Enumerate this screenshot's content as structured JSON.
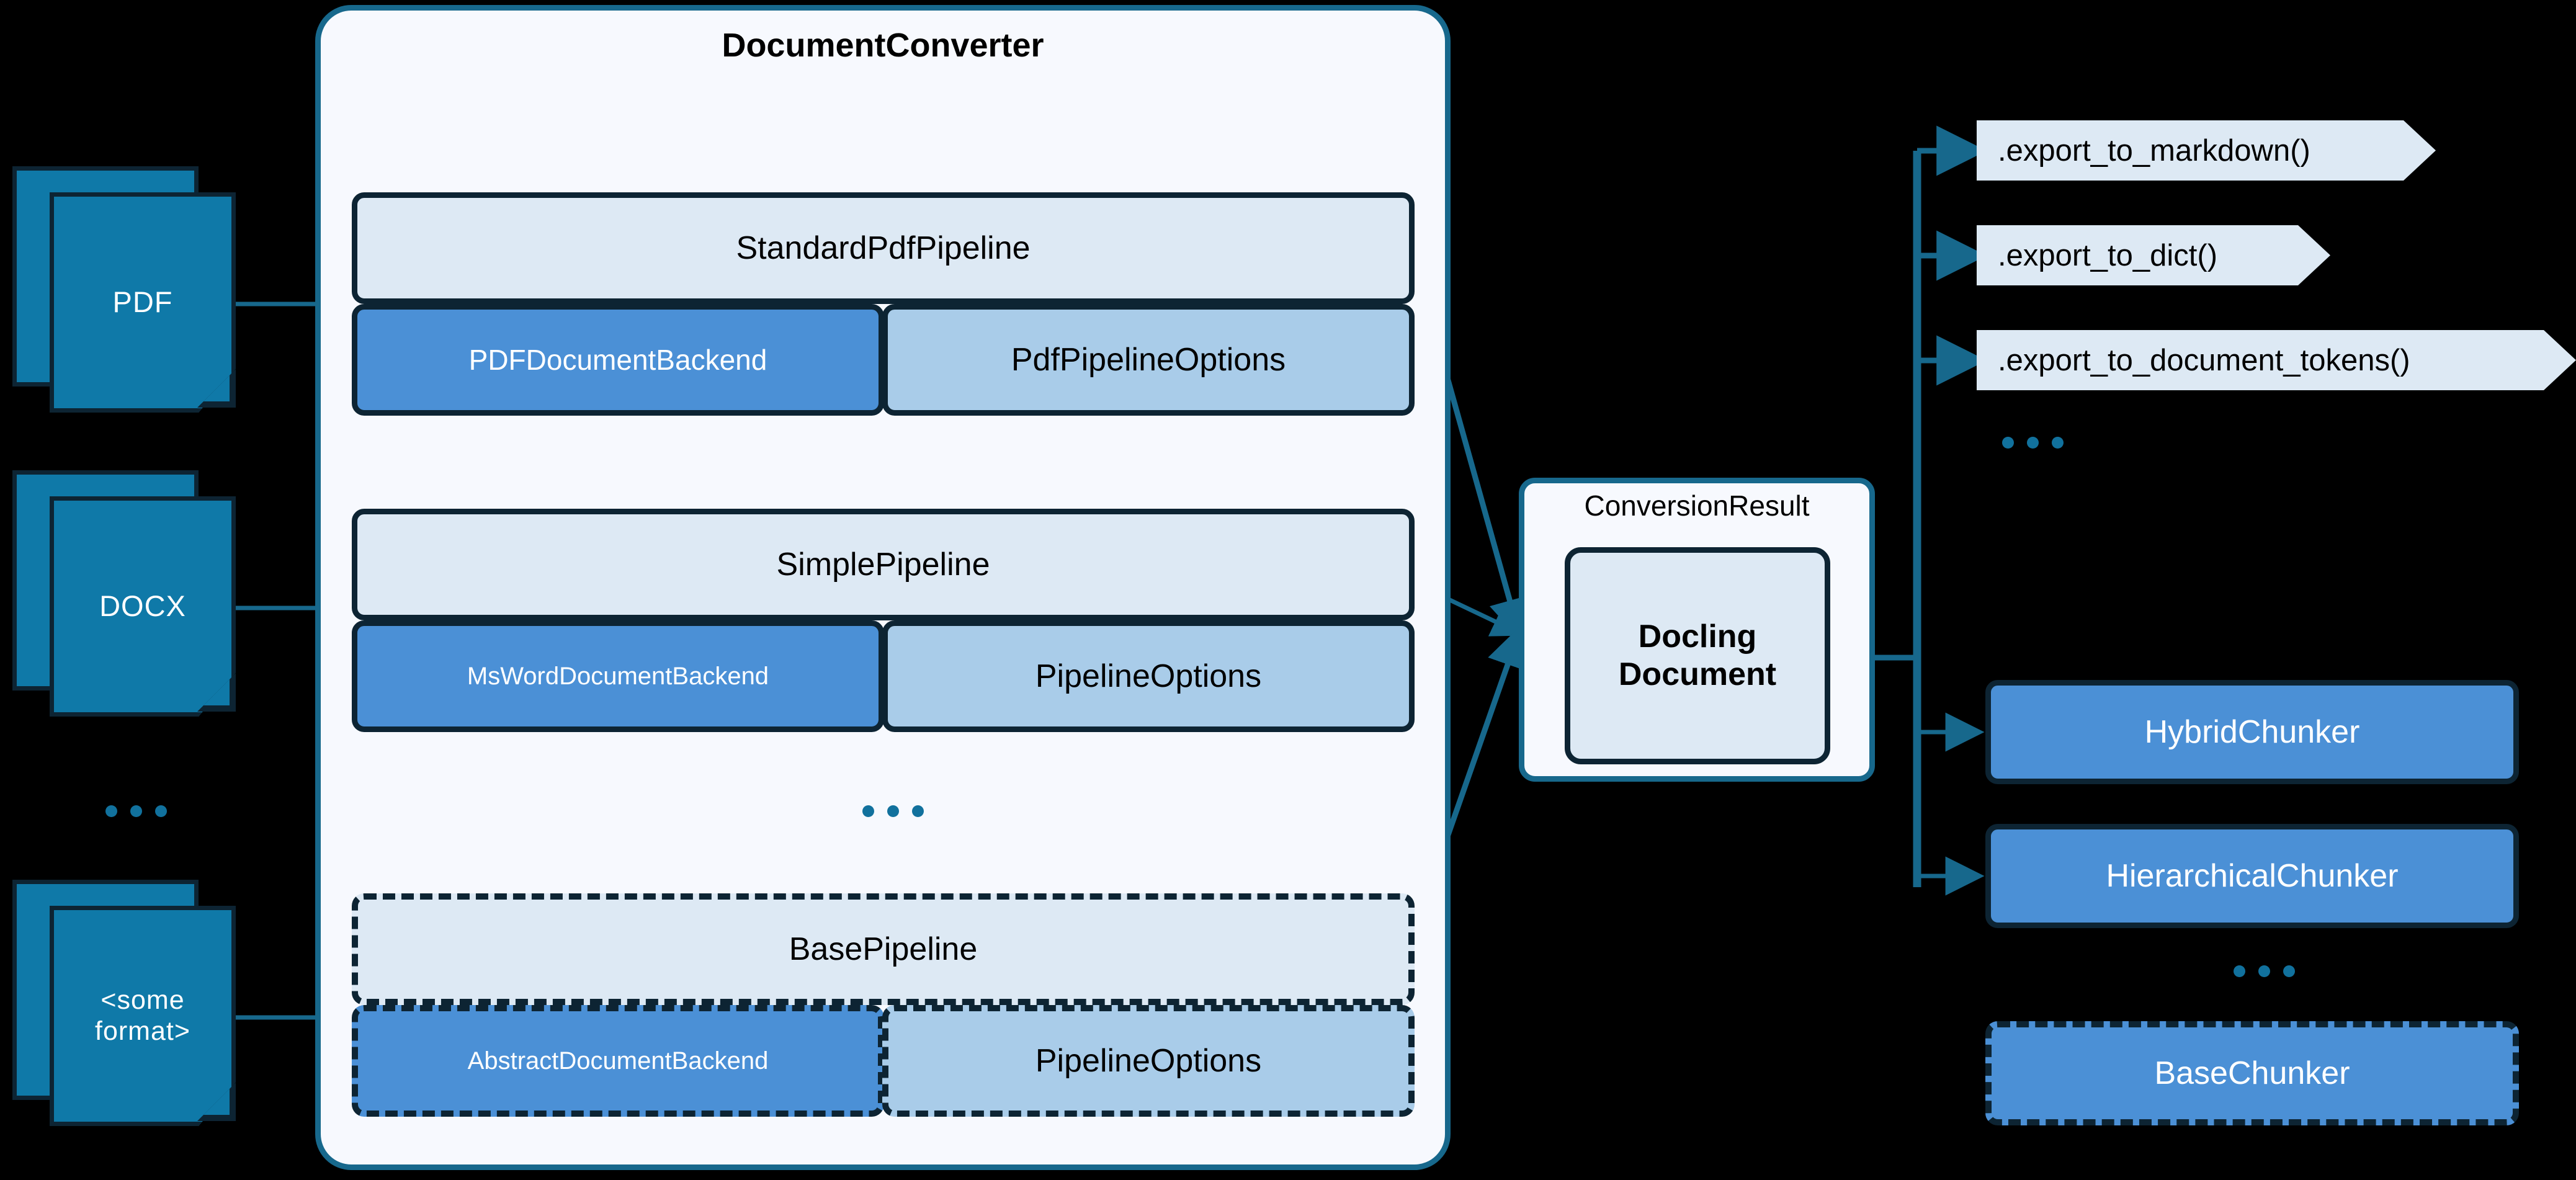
{
  "converter": {
    "title": "DocumentConverter",
    "ellipsis": "...",
    "pipelines": [
      {
        "name": "StandardPdfPipeline",
        "backend": "PDFDocumentBackend",
        "options": "PdfPipelineOptions",
        "style": "solid"
      },
      {
        "name": "SimplePipeline",
        "backend": "MsWordDocumentBackend",
        "options": "PipelineOptions",
        "style": "solid"
      },
      {
        "name": "BasePipeline",
        "backend": "AbstractDocumentBackend",
        "options": "PipelineOptions",
        "style": "dashed"
      }
    ]
  },
  "inputs": {
    "ellipsis": "...",
    "documents": [
      {
        "label": "PDF"
      },
      {
        "label": "DOCX"
      },
      {
        "label": "<some format>"
      }
    ]
  },
  "result": {
    "label": "ConversionResult",
    "document": "Docling Document"
  },
  "exports": {
    "ellipsis": "...",
    "items": [
      {
        "label": ".export_to_markdown()"
      },
      {
        "label": ".export_to_dict()"
      },
      {
        "label": ".export_to_document_tokens()"
      }
    ]
  },
  "chunkers": {
    "ellipsis": "...",
    "items": [
      {
        "label": "HybridChunker",
        "style": "solid"
      },
      {
        "label": "HierarchicalChunker",
        "style": "solid"
      },
      {
        "label": "BaseChunker",
        "style": "dashed"
      }
    ]
  },
  "colors": {
    "background": "#000000",
    "container_fill": "#f7f9fe",
    "container_border": "#17688c",
    "pipeline_fill": "#dde9f4",
    "backend_fill": "#4b90d6",
    "options_fill": "#a9cce9",
    "box_border": "#0d2433",
    "doc_icon_fill": "#0f79a8",
    "connector": "#17688c",
    "export_fill": "#dde9f4"
  }
}
